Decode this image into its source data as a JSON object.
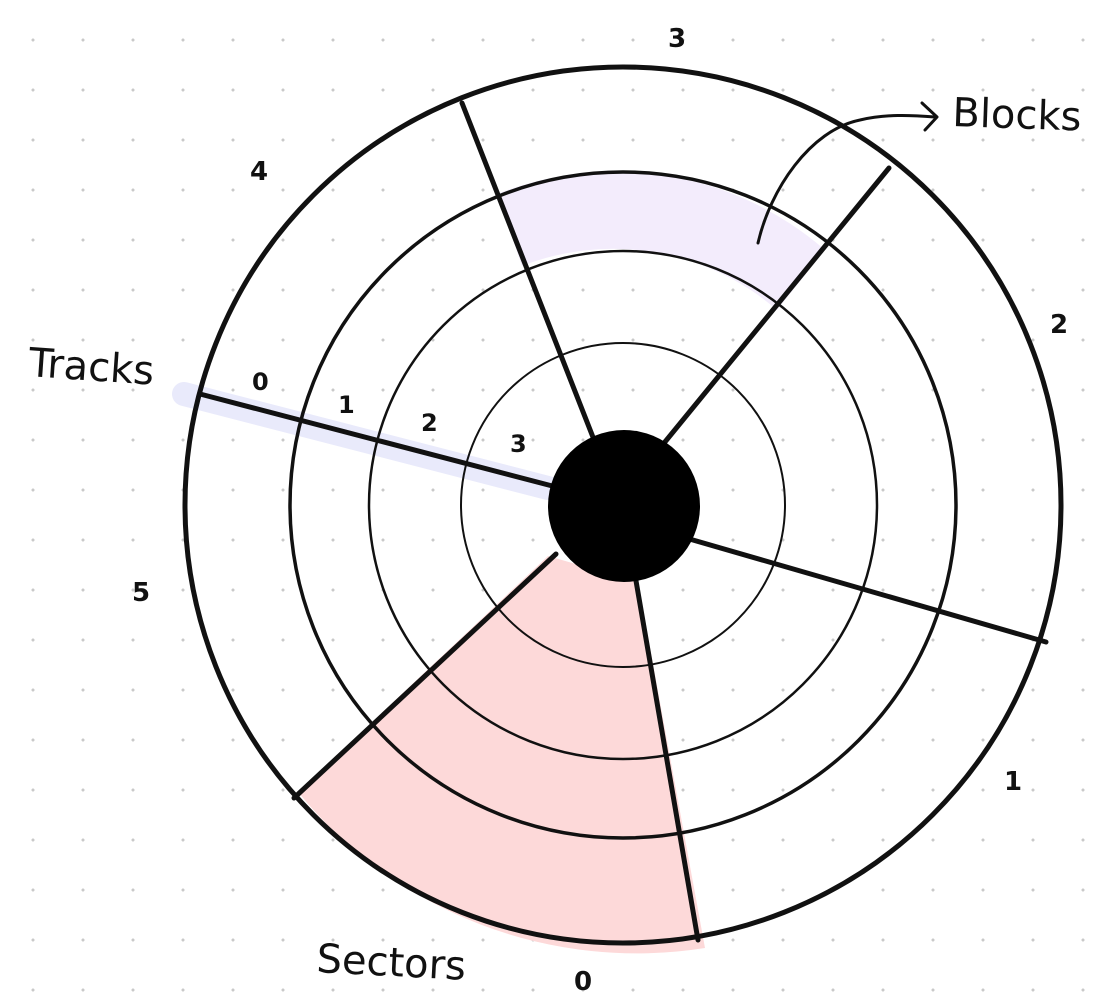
{
  "diagram": {
    "labels": {
      "tracks": "Tracks",
      "sectors": "Sectors",
      "blocks": "Blocks"
    },
    "sector_numbers": [
      "0",
      "1",
      "2",
      "3",
      "4",
      "5"
    ],
    "track_numbers": [
      "0",
      "1",
      "2",
      "3"
    ],
    "colors": {
      "ink": "#111111",
      "sector_highlight": "#fdd9d9",
      "block_highlight": "#f3ecfc",
      "track_highlight": "#e9eafb",
      "background_dots": "#c9c9c9"
    }
  }
}
